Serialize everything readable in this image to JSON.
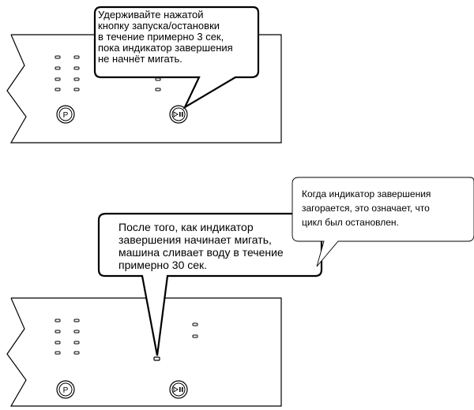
{
  "callouts": {
    "hold_start_stop": {
      "lines": [
        "Удерживайте нажатой",
        "кнопку запуска/остановки",
        "в течение примерно 3 сек,",
        "пока индикатор завершения",
        "не начнёт мигать."
      ]
    },
    "drain_water": {
      "lines": [
        "После того, как индикатор",
        "завершения начинает мигать,",
        "машина сливает воду в течение",
        "примерно 30 сек."
      ]
    },
    "cycle_stopped": {
      "lines": [
        "Когда индикатор завершения",
        "загорается, это означает, что",
        "цикл был остановлен."
      ]
    }
  },
  "panel": {
    "program_button_label": "P",
    "start_stop_icon": "play-pause-icon",
    "line_color": "#000000",
    "background_color": "#ffffff"
  }
}
